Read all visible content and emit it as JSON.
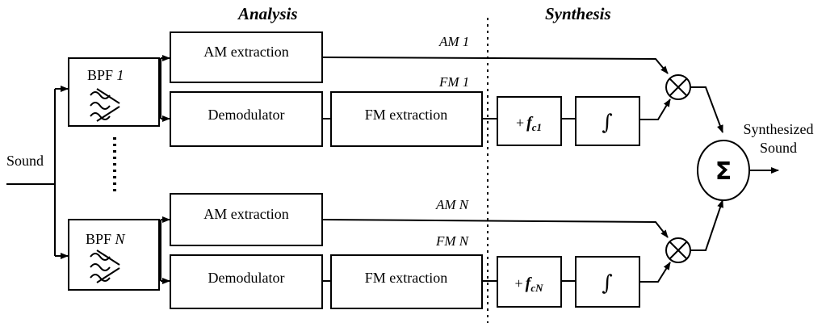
{
  "headers": {
    "analysis": "Analysis",
    "synthesis": "Synthesis"
  },
  "input": {
    "label": "Sound"
  },
  "output": {
    "label_line1": "Synthesized",
    "label_line2": "Sound"
  },
  "channels": [
    {
      "bpf_prefix": "BPF ",
      "bpf_index": "1",
      "am_box": "AM extraction",
      "demod_box": "Demodulator",
      "fm_box": "FM extraction",
      "am_signal": "AM 1",
      "fm_signal": "FM 1",
      "fc_plus": "+",
      "fc_f": "f",
      "fc_sub": "c1",
      "integrator": "∫"
    },
    {
      "bpf_prefix": "BPF ",
      "bpf_index": "N",
      "am_box": "AM extraction",
      "demod_box": "Demodulator",
      "fm_box": "FM extraction",
      "am_signal": "AM N",
      "fm_signal": "FM N",
      "fc_plus": "+",
      "fc_f": "f",
      "fc_sub": "cN",
      "integrator": "∫"
    }
  ],
  "summer": {
    "symbol": "Σ"
  },
  "icons": [
    "bandpass-filter-icon",
    "multiplier-icon",
    "integral-icon",
    "summation-icon",
    "arrow-icon"
  ]
}
